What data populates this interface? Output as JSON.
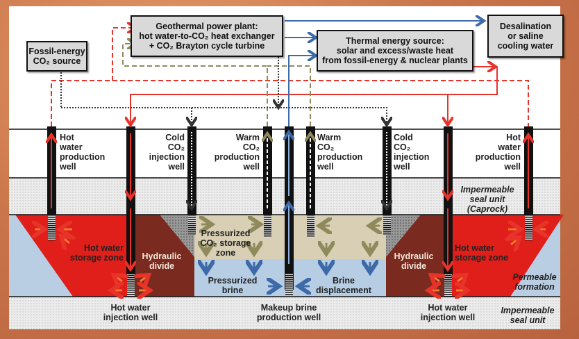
{
  "diagram": {
    "title": "Geothermal CO2 / hot water storage schematic",
    "colors": {
      "hot": "#e8332a",
      "co2": "#8f8a5c",
      "brine": "#3d6aa8",
      "hotZone": "#e01e1a",
      "divide": "#7a2a1e",
      "co2Zone": "#d8cfb4",
      "brineZone": "#b7cde4",
      "permeable": "#b9cde3"
    },
    "boxes": {
      "fossil": [
        "Fossil-energy",
        "CO₂ source"
      ],
      "geo": [
        "Geothermal power plant:",
        "hot water-to-CO₂ heat exchanger",
        "+ CO₂ Brayton cycle turbine"
      ],
      "thermal": [
        "Thermal energy source:",
        "solar and excess/waste heat",
        "from fossil-energy & nuclear plants"
      ],
      "desal": [
        "Desalination",
        "or saline",
        "cooling water"
      ]
    },
    "wells": {
      "hot_prod_left": [
        "Hot",
        "water",
        "production",
        "well"
      ],
      "cold_inj_left": [
        "Cold",
        "CO₂",
        "injection",
        "well"
      ],
      "warm_prod_left": [
        "Warm",
        "CO₂",
        "production",
        "well"
      ],
      "warm_prod_right": [
        "Warm",
        "CO₂",
        "production",
        "well"
      ],
      "cold_inj_right": [
        "Cold",
        "CO₂",
        "injection",
        "well"
      ],
      "hot_prod_right": [
        "Hot",
        "water",
        "production",
        "well"
      ]
    },
    "zones": {
      "caprock": [
        "Impermeable",
        "seal unit",
        "(Caprock)"
      ],
      "hot_storage_left": [
        "Hot water",
        "storage zone"
      ],
      "hot_storage_right": [
        "Hot water",
        "storage zone"
      ],
      "divide_left": [
        "Hydraulic",
        "divide"
      ],
      "divide_right": [
        "Hydraulic",
        "divide"
      ],
      "co2_storage": [
        "Pressurized",
        "CO₂ storage",
        "zone"
      ],
      "pressurized_brine": [
        "Pressurized",
        "brine"
      ],
      "brine_displacement": [
        "Brine",
        "displacement"
      ],
      "permeable": [
        "Permeable",
        "formation"
      ],
      "bottom_seal": [
        "Impermeable",
        "seal unit"
      ]
    },
    "bottom_labels": {
      "inj_left": [
        "Hot water",
        "injection well"
      ],
      "makeup": [
        "Makeup brine",
        "production well"
      ],
      "inj_right": [
        "Hot water",
        "injection well"
      ]
    }
  }
}
